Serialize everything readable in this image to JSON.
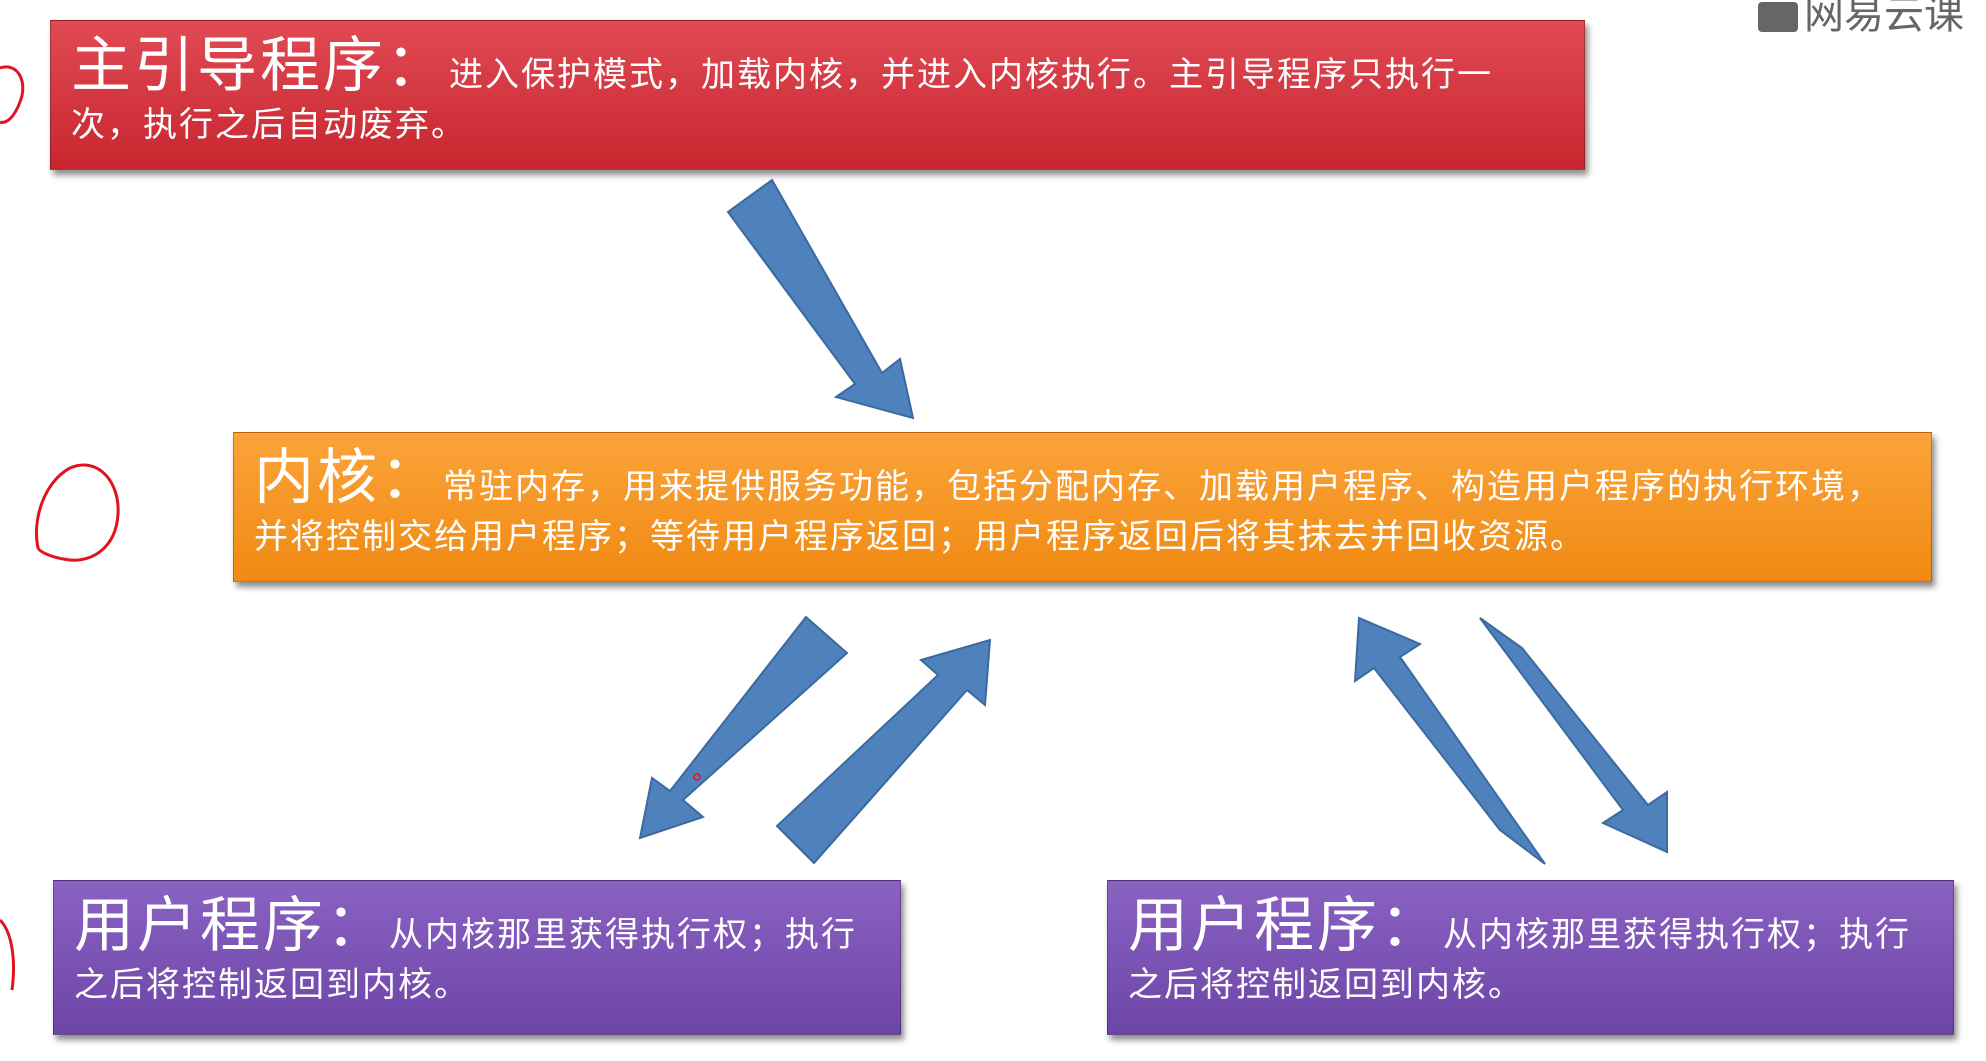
{
  "boot": {
    "title": "主引导程序：",
    "text": "进入保护模式，加载内核，并进入内核执行。主引导程序只执行一次，执行之后自动废弃。"
  },
  "kernel": {
    "title": "内核：",
    "text": "常驻内存，用来提供服务功能，包括分配内存、加载用户程序、构造用户程序的执行环境，并将控制交给用户程序；等待用户程序返回；用户程序返回后将其抹去并回收资源。"
  },
  "user1": {
    "title": "用户程序：",
    "text": "从内核那里获得执行权；执行之后将控制返回到内核。"
  },
  "user2": {
    "title": "用户程序：",
    "text": "从内核那里获得执行权；执行之后将控制返回到内核。"
  },
  "watermark": "网易云课",
  "colors": {
    "boot": "#d3333c",
    "kernel": "#f7961c",
    "user": "#7b52b6",
    "arrow": "#4f81bd",
    "ink": "#e0141e"
  }
}
